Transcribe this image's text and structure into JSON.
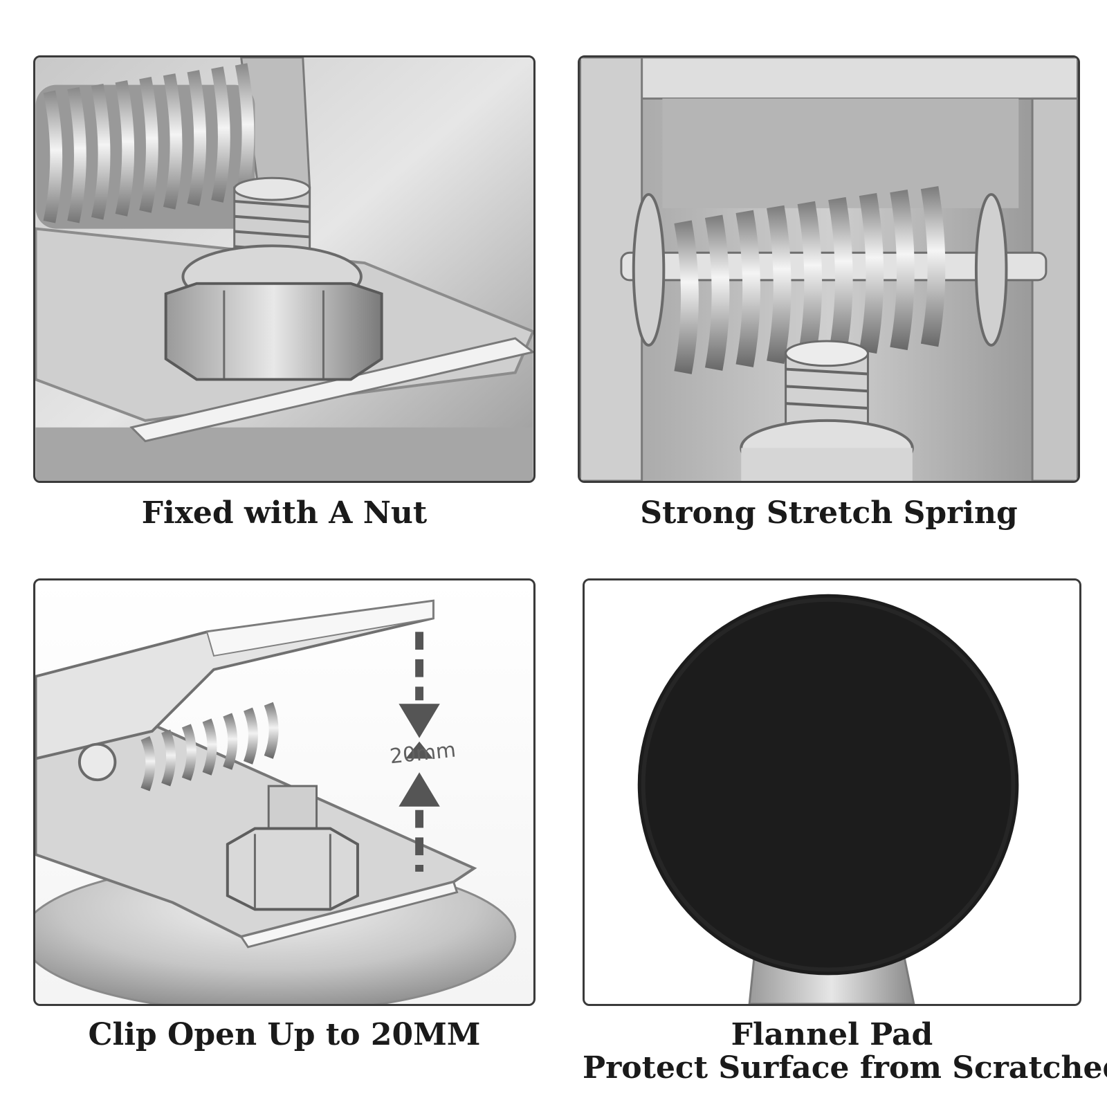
{
  "panels": [
    {
      "caption": "Fixed with A Nut",
      "depicts": "nut-closeup"
    },
    {
      "caption": "Strong Stretch Spring",
      "depicts": "spring-closeup"
    },
    {
      "caption": "Clip Open Up to 20MM",
      "depicts": "open-clip",
      "measure_label": "20mm"
    },
    {
      "caption_lines": [
        "Flannel Pad",
        "Protect Surface from Scratched"
      ],
      "depicts": "felt-pad"
    }
  ],
  "colors": {
    "border": "#3a3a3a",
    "metal_light": "#f0f0f0",
    "metal_mid": "#b8b8b8",
    "metal_dark": "#6e6e6e",
    "felt": "#1c1c1c",
    "arrow": "#555555"
  }
}
